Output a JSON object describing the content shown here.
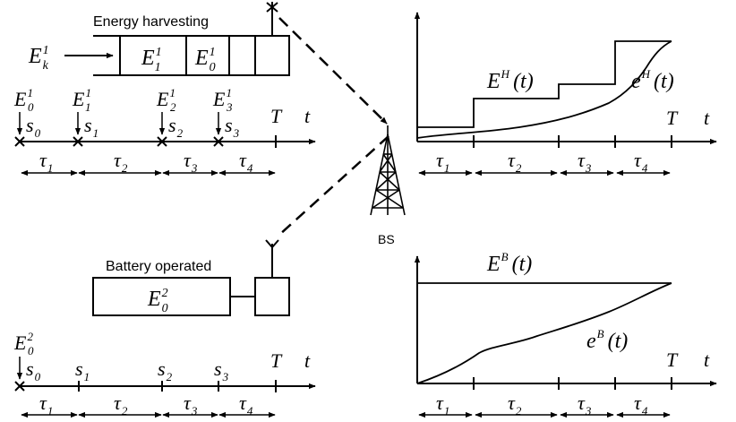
{
  "top_device": {
    "title": "Energy harvesting",
    "incoming_energy": {
      "base": "E",
      "sup": "1",
      "sub": "k"
    },
    "buffer_cells": [
      {
        "base": "E",
        "sup": "1",
        "sub": "1"
      },
      {
        "base": "E",
        "sup": "1",
        "sub": "0"
      }
    ],
    "arrivals": [
      {
        "energy": {
          "base": "E",
          "sup": "1",
          "sub": "0"
        },
        "slot": {
          "base": "s",
          "sub": "0"
        }
      },
      {
        "energy": {
          "base": "E",
          "sup": "1",
          "sub": "1"
        },
        "slot": {
          "base": "s",
          "sub": "1"
        }
      },
      {
        "energy": {
          "base": "E",
          "sup": "1",
          "sub": "2"
        },
        "slot": {
          "base": "s",
          "sub": "2"
        }
      },
      {
        "energy": {
          "base": "E",
          "sup": "1",
          "sub": "3"
        },
        "slot": {
          "base": "s",
          "sub": "3"
        }
      }
    ],
    "end_label": "T",
    "axis_label": "t",
    "intervals": [
      {
        "base": "τ",
        "sub": "1"
      },
      {
        "base": "τ",
        "sub": "2"
      },
      {
        "base": "τ",
        "sub": "3"
      },
      {
        "base": "τ",
        "sub": "4"
      }
    ]
  },
  "bottom_device": {
    "title": "Battery operated",
    "battery": {
      "base": "E",
      "sup": "2",
      "sub": "0"
    },
    "initial_energy": {
      "base": "E",
      "sup": "2",
      "sub": "0"
    },
    "slots": [
      {
        "base": "s",
        "sub": "0"
      },
      {
        "base": "s",
        "sub": "1"
      },
      {
        "base": "s",
        "sub": "2"
      },
      {
        "base": "s",
        "sub": "3"
      }
    ],
    "end_label": "T",
    "axis_label": "t",
    "intervals": [
      {
        "base": "τ",
        "sub": "1"
      },
      {
        "base": "τ",
        "sub": "2"
      },
      {
        "base": "τ",
        "sub": "3"
      },
      {
        "base": "τ",
        "sub": "4"
      }
    ]
  },
  "base_station": {
    "label": "BS"
  },
  "plot_harvesting": {
    "staircase_label": {
      "base": "E",
      "sup": "H",
      "arg": "(t)"
    },
    "curve_label": {
      "base": "e",
      "sup": "H",
      "arg": "(t)"
    },
    "end_label": "T",
    "axis_label": "t",
    "intervals": [
      {
        "base": "τ",
        "sub": "1"
      },
      {
        "base": "τ",
        "sub": "2"
      },
      {
        "base": "τ",
        "sub": "3"
      },
      {
        "base": "τ",
        "sub": "4"
      }
    ]
  },
  "plot_battery": {
    "level_label": {
      "base": "E",
      "sup": "B",
      "arg": "(t)"
    },
    "curve_label": {
      "base": "e",
      "sup": "B",
      "arg": "(t)"
    },
    "end_label": "T",
    "axis_label": "t",
    "intervals": [
      {
        "base": "τ",
        "sub": "1"
      },
      {
        "base": "τ",
        "sub": "2"
      },
      {
        "base": "τ",
        "sub": "3"
      },
      {
        "base": "τ",
        "sub": "4"
      }
    ]
  }
}
